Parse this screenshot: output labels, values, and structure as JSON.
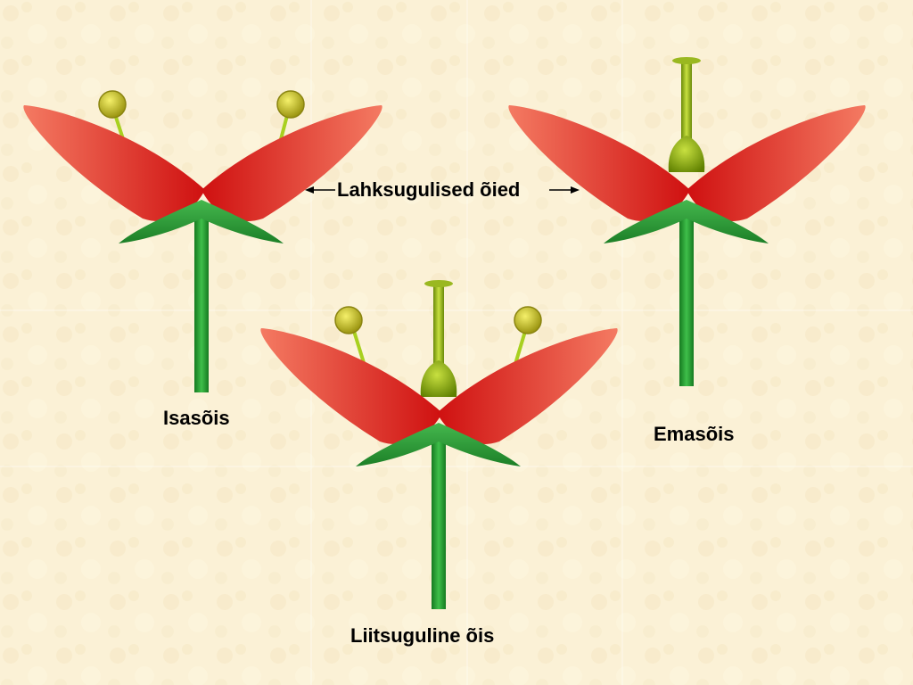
{
  "labels": {
    "male_flower": "Isasõis",
    "female_flower": "Emasõis",
    "bisexual_flower": "Liitsuguline õis",
    "unisexual_flowers": "Lahksugulised õied"
  },
  "colors": {
    "background": "#fbf1d6",
    "petal_light": "#f47a62",
    "petal_dark": "#cf1010",
    "leaf_green": "#2c9a36",
    "stem_green": "#1f8a2a",
    "anther_yellow": "#d8d020",
    "pistil_green": "#8ab010"
  }
}
